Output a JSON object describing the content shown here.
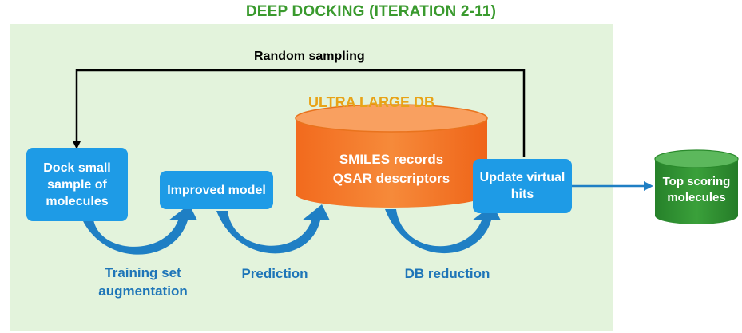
{
  "title": "DEEP DOCKING (ITERATION 2-11)",
  "loop_label": "Random sampling",
  "database": {
    "heading": "ULTRA LARGE DB",
    "text": "SMILES records\nQSAR descriptors",
    "color": "#f47a2a"
  },
  "steps": [
    {
      "label": "Dock small\nsample of\nmolecules"
    },
    {
      "label": "Improved model"
    },
    {
      "label": "Update virtual\nhits"
    }
  ],
  "transitions": [
    {
      "label": "Training set\naugmentation"
    },
    {
      "label": "Prediction"
    },
    {
      "label": "DB reduction"
    }
  ],
  "output": {
    "label": "Top scoring\nmolecules",
    "color": "#2e8c2b"
  },
  "colors": {
    "title": "#3a9a2e",
    "panel": "#e3f3dc",
    "step_box": "#1e9be6",
    "arrow": "#1f7fc4",
    "transition_label": "#1e75b8",
    "db_heading": "#e8a317"
  }
}
